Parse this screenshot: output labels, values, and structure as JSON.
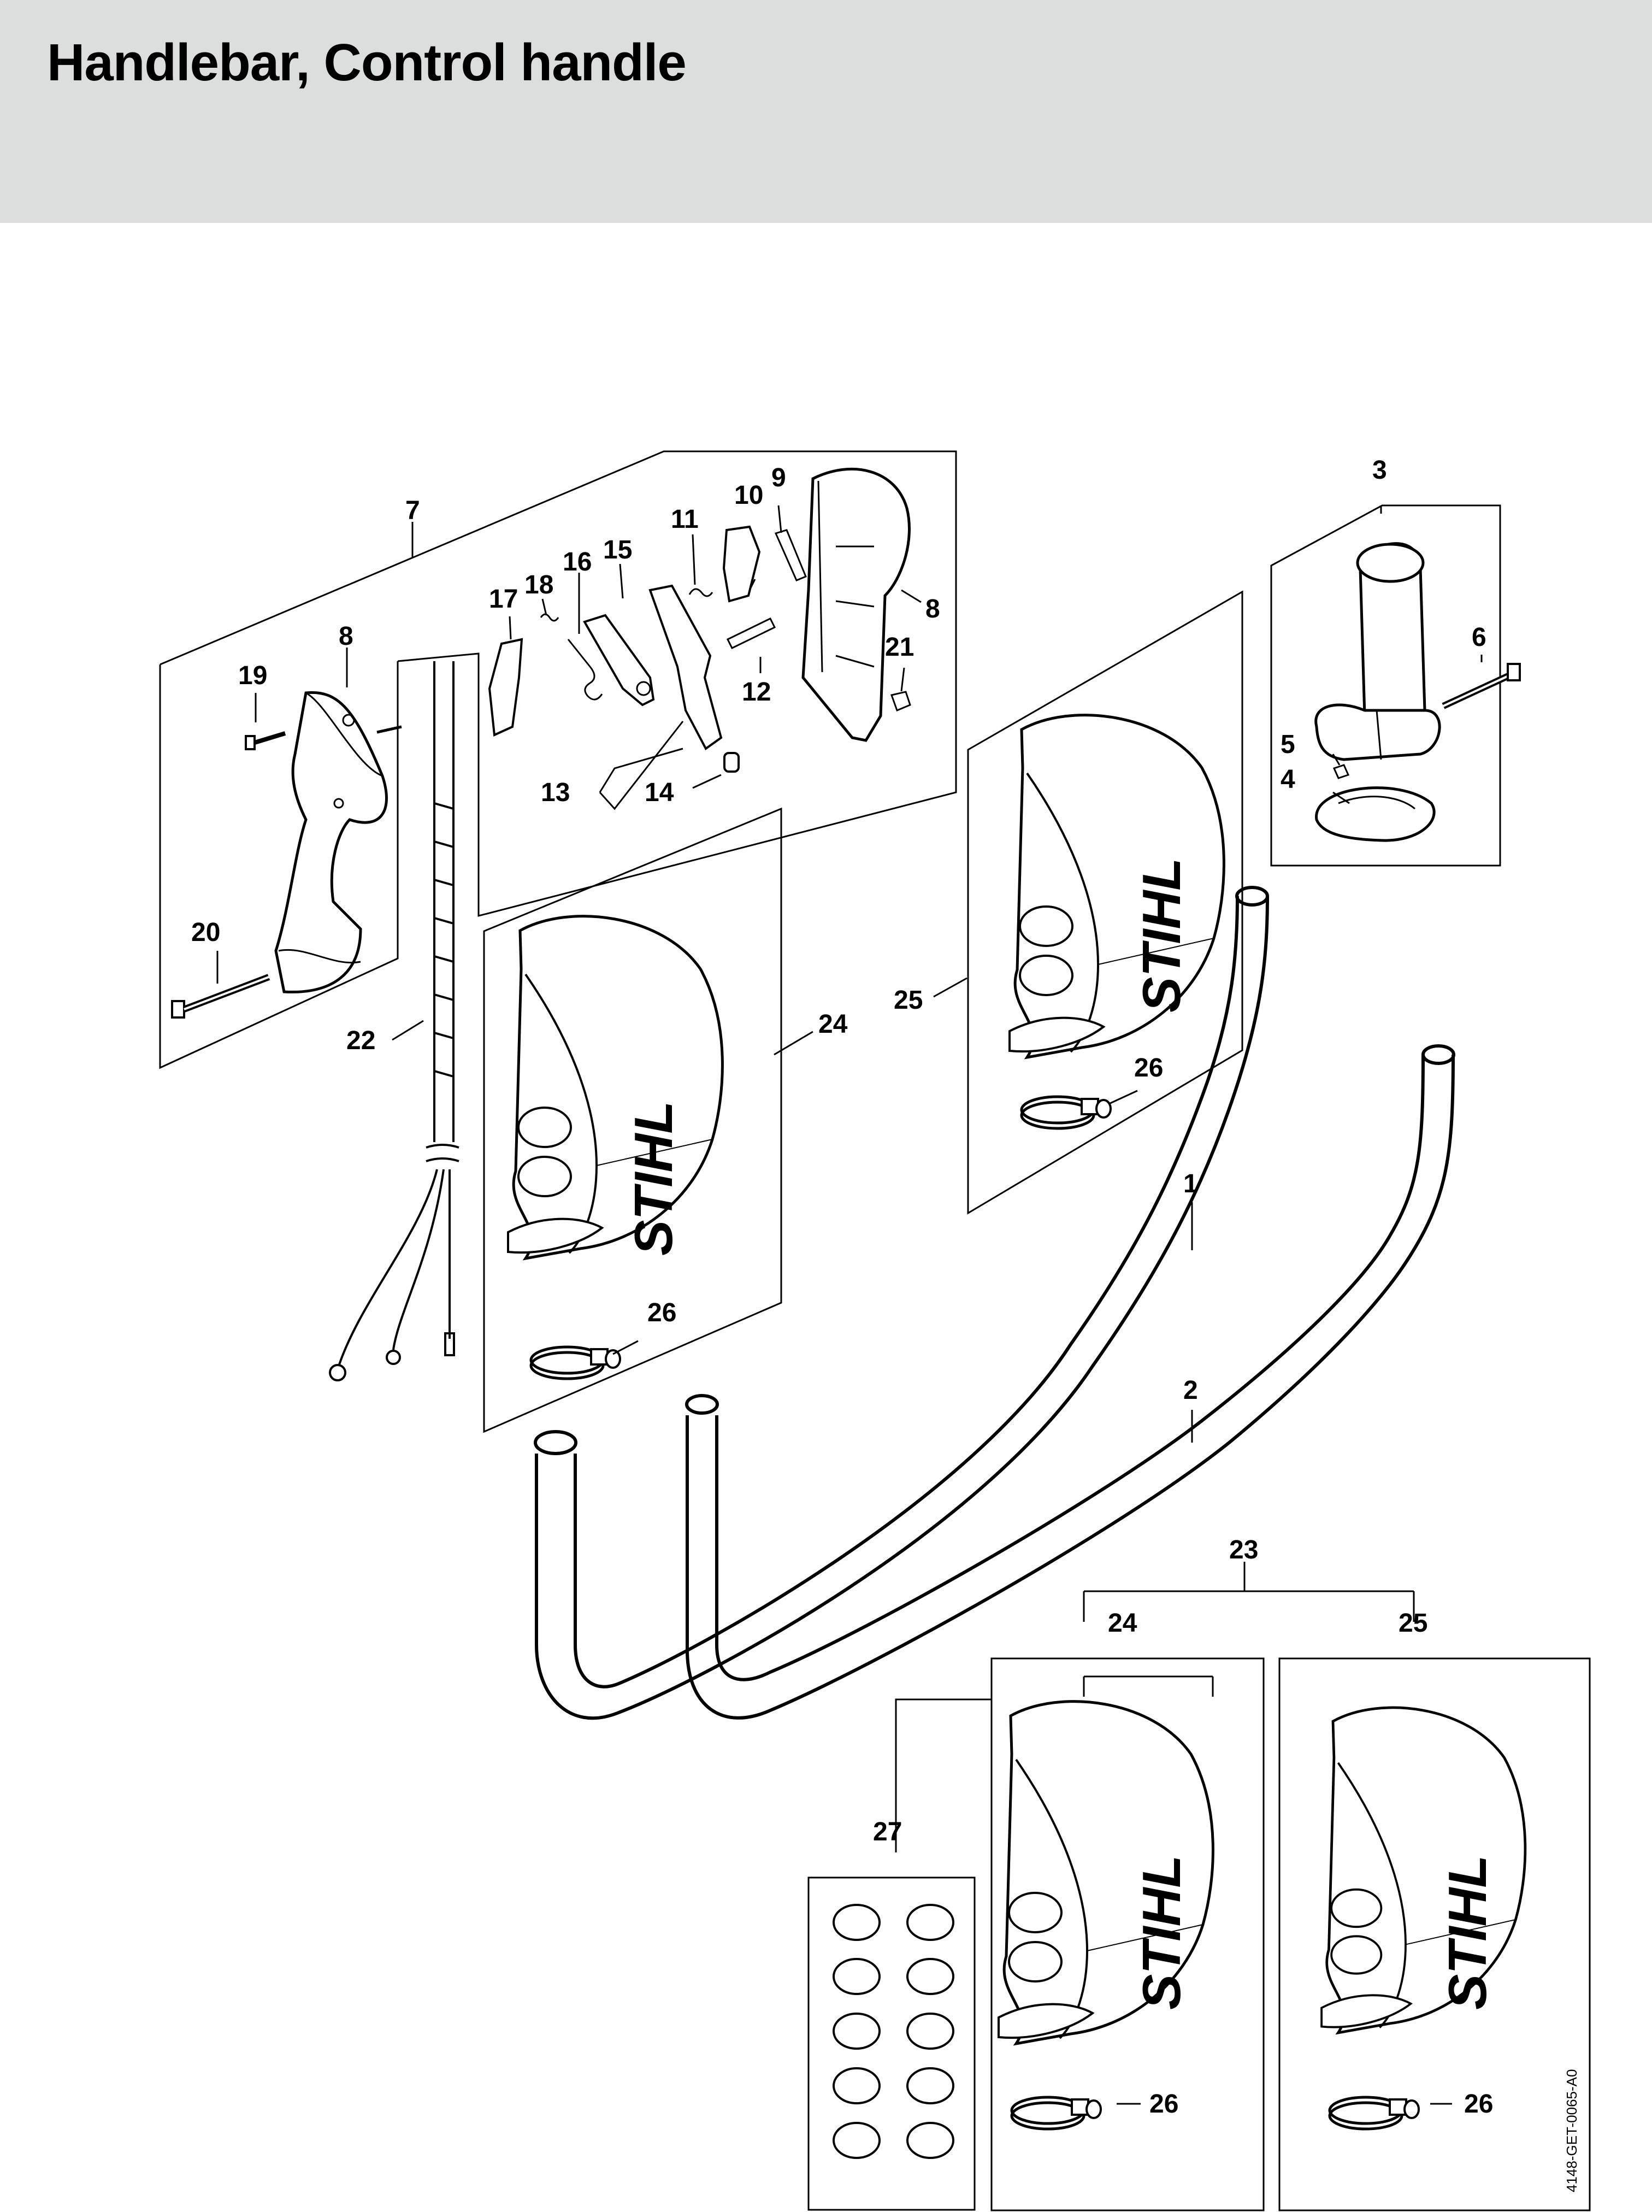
{
  "page": {
    "title": "Handlebar, Control handle"
  },
  "brand": "STIHL",
  "drawing_code": "4148-GET-0065-A0",
  "callouts": {
    "c1": "1",
    "c2": "2",
    "c3": "3",
    "c4": "4",
    "c5": "5",
    "c6": "6",
    "c7": "7",
    "c8a": "8",
    "c8b": "8",
    "c9": "9",
    "c10": "10",
    "c11": "11",
    "c12": "12",
    "c13": "13",
    "c14": "14",
    "c15": "15",
    "c16": "16",
    "c17": "17",
    "c18": "18",
    "c19": "19",
    "c20": "20",
    "c21": "21",
    "c22": "22",
    "c23": "23",
    "c24a": "24",
    "c24b": "24",
    "c25a": "25",
    "c25b": "25",
    "c26a": "26",
    "c26b": "26",
    "c26c": "26",
    "c26d": "26",
    "c27": "27"
  }
}
